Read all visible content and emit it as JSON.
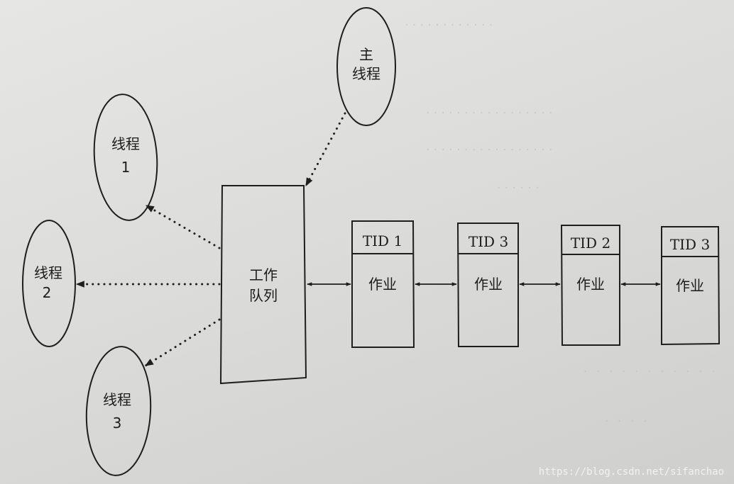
{
  "diagram": {
    "main_thread": {
      "line1": "主",
      "line2": "线程"
    },
    "threads": [
      {
        "line1": "线程",
        "line2": "1"
      },
      {
        "line1": "线程",
        "line2": "2"
      },
      {
        "line1": "线程",
        "line2": "3"
      }
    ],
    "work_queue": {
      "line1": "工作",
      "line2": "队列"
    },
    "jobs": [
      {
        "tid": "TID 1",
        "label": "作业"
      },
      {
        "tid": "TID 3",
        "label": "作业"
      },
      {
        "tid": "TID 2",
        "label": "作业"
      },
      {
        "tid": "TID 3",
        "label": "作业"
      }
    ]
  },
  "watermark": "https://blog.csdn.net/sifanchao"
}
